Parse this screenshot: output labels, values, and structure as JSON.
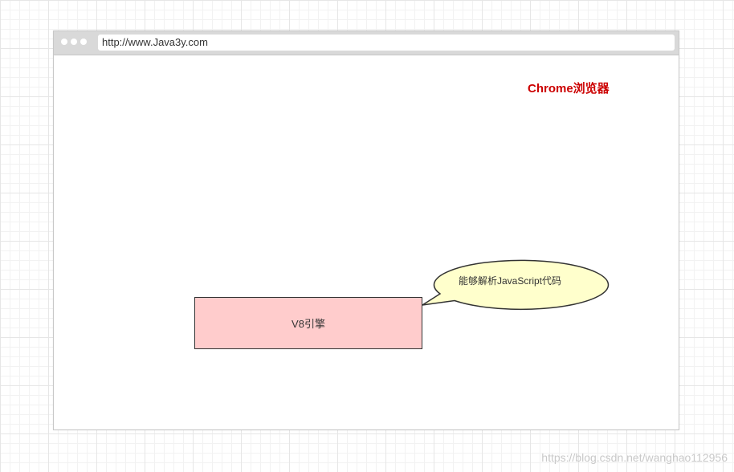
{
  "browser": {
    "url": "http://www.Java3y.com",
    "label": "Chrome浏览器"
  },
  "engine": {
    "label": "V8引擎"
  },
  "callout": {
    "text": "能够解析JavaScript代码"
  },
  "watermark": "https://blog.csdn.net/wanghao112956",
  "colors": {
    "engine_fill": "#ffcccc",
    "callout_fill": "#ffffcc",
    "browser_label": "#cc0000",
    "title_bar": "#d9d9d9"
  }
}
